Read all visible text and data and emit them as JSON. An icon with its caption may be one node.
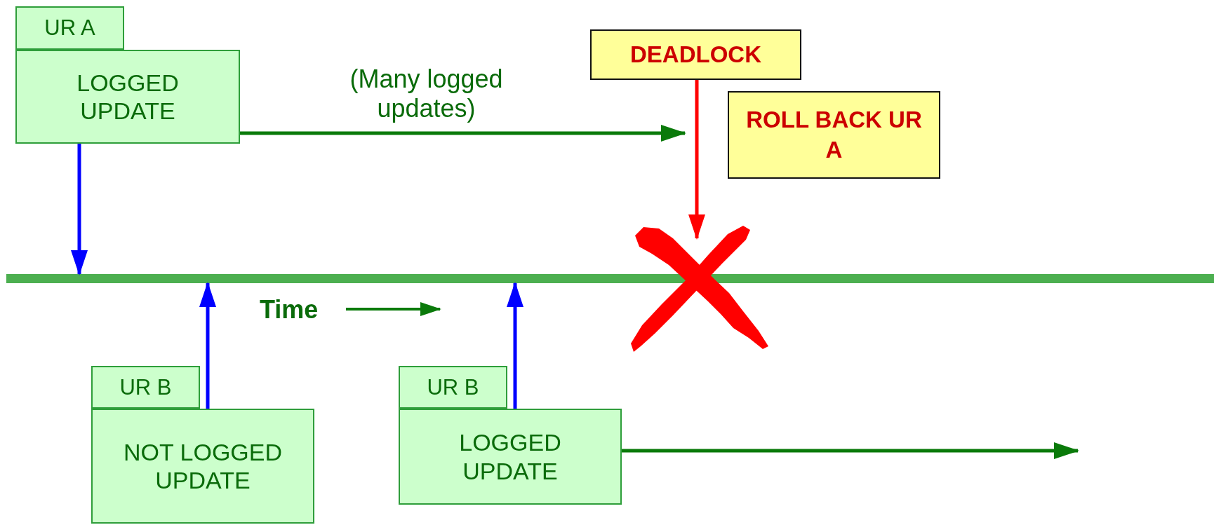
{
  "diagram": {
    "nodes": [
      {
        "text": [
          "UR A"
        ]
      },
      {
        "text": [
          "LOGGED UPDATE"
        ]
      },
      {
        "text": [
          "DEADLOCK"
        ]
      },
      {
        "text": [
          "ROLL BACK UR A"
        ]
      },
      {
        "text": [],
        "shape": "bar"
      },
      {
        "text": [],
        "shape": "cross"
      },
      {
        "text": [
          "UR B"
        ]
      },
      {
        "text": [
          "NOT LOGGED UPDATE"
        ]
      },
      {
        "text": [
          "UR B"
        ]
      },
      {
        "text": [
          "LOGGED UPDATE"
        ]
      }
    ],
    "edges": [
      {
        "from": 1,
        "to": null,
        "arrow": "to",
        "label": "(Many logged updates)",
        "color": "#0a7a0a"
      },
      {
        "from": 1,
        "to": 4,
        "arrow": "to"
      },
      {
        "from": 2,
        "to": 5,
        "arrow": "to",
        "color": "#ff0000"
      },
      {
        "from": 7,
        "to": 4,
        "arrow": "to"
      },
      {
        "from": 9,
        "to": 4,
        "arrow": "to"
      },
      {
        "from": 9,
        "to": null,
        "arrow": "to",
        "color": "#0a7a0a"
      }
    ],
    "labels": [
      "Time"
    ]
  }
}
